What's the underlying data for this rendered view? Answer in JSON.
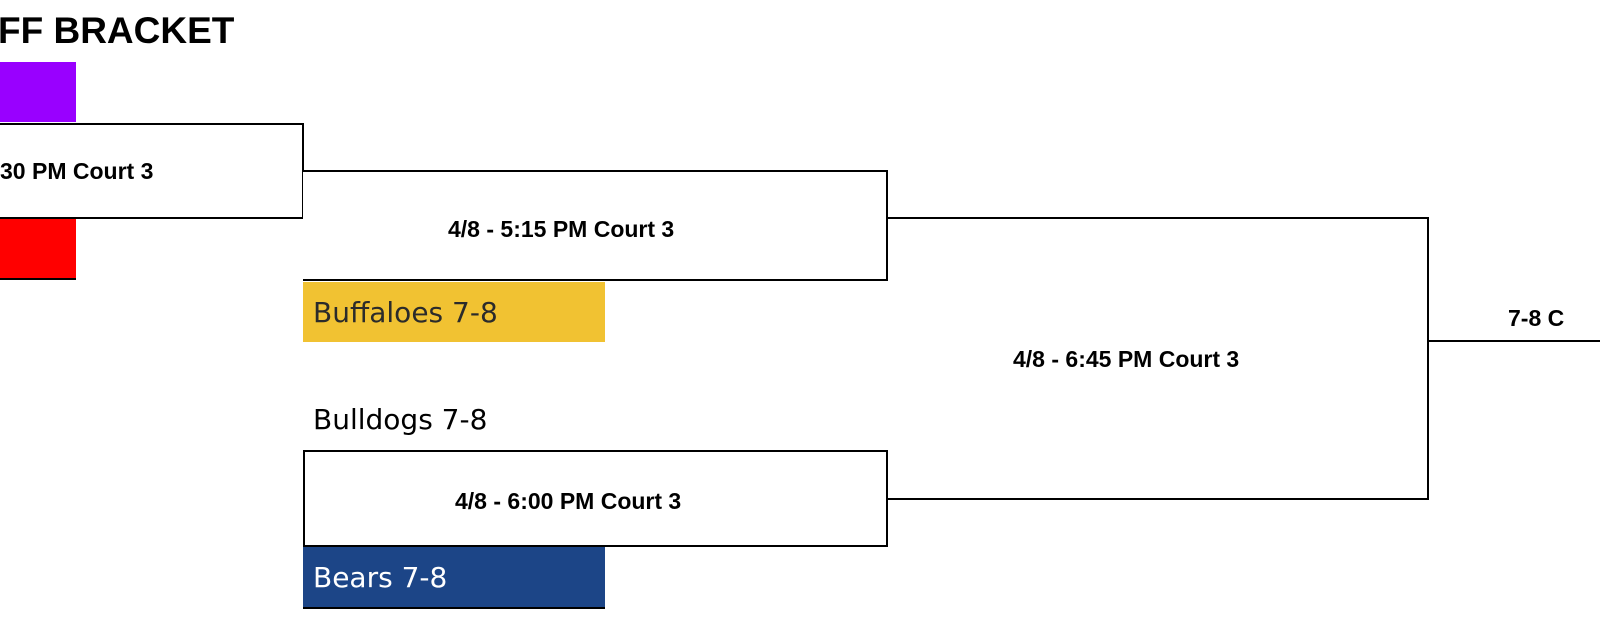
{
  "title": "FF BRACKET",
  "games": {
    "g1": "30 PM Court 3",
    "g2": "4/8 - 5:15 PM Court 3",
    "g3": "4/8 - 6:00 PM Court 3",
    "g4": "4/8 - 6:45 PM Court 3",
    "g5": "7-8 C"
  },
  "teams": {
    "purple": {
      "label": "",
      "color": "#9900ff"
    },
    "red": {
      "label": "",
      "color": "#ff0000"
    },
    "buffaloes": {
      "label": "Buffaloes 7-8",
      "color": "#f1c232",
      "text_color": "#2b2b2b"
    },
    "bulldogs": {
      "label": "Bulldogs 7-8",
      "color": "#ffffff",
      "text_color": "#000000"
    },
    "bears": {
      "label": "Bears 7-8",
      "color": "#1c4587",
      "text_color": "#ffffff"
    }
  }
}
